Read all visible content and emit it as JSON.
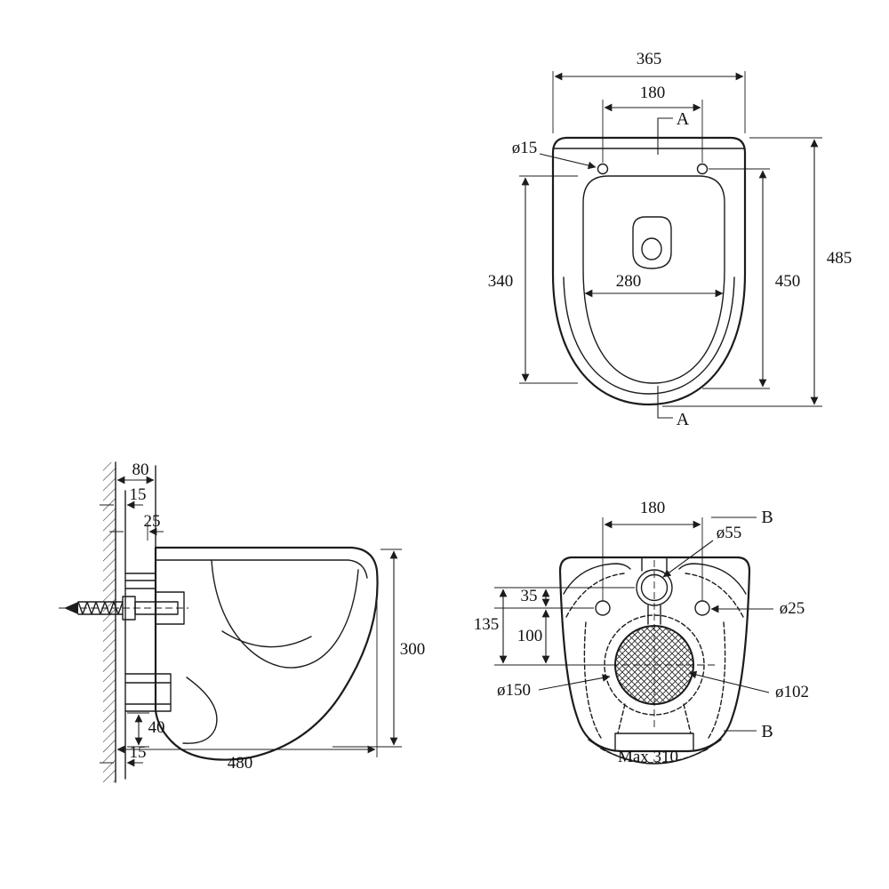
{
  "colors": {
    "ink": "#1c1c1c",
    "background": "#ffffff"
  },
  "views": {
    "top": {
      "overall_width": "365",
      "hole_spacing": "180",
      "hole_diameter": "ø15",
      "inner_length": "340",
      "inner_width": "280",
      "front_to_holes": "450",
      "overall_depth": "485",
      "section_top": "A",
      "section_bottom": "A"
    },
    "side": {
      "frame_depth": "80",
      "gap_top": "15",
      "bracket_depth": "25",
      "outlet_drop": "40",
      "gap_bottom": "15",
      "height": "300",
      "projection": "480"
    },
    "rear": {
      "hole_spacing": "180",
      "inlet_diameter": "ø55",
      "inlet_to_holes": "35",
      "holes_to_outlet": "100",
      "inlet_to_outlet": "135",
      "hole_diameter": "ø25",
      "clearance_diameter": "ø150",
      "outlet_diameter": "ø102",
      "max_width": "Max 310",
      "section_top": "B",
      "section_bottom": "B"
    }
  }
}
